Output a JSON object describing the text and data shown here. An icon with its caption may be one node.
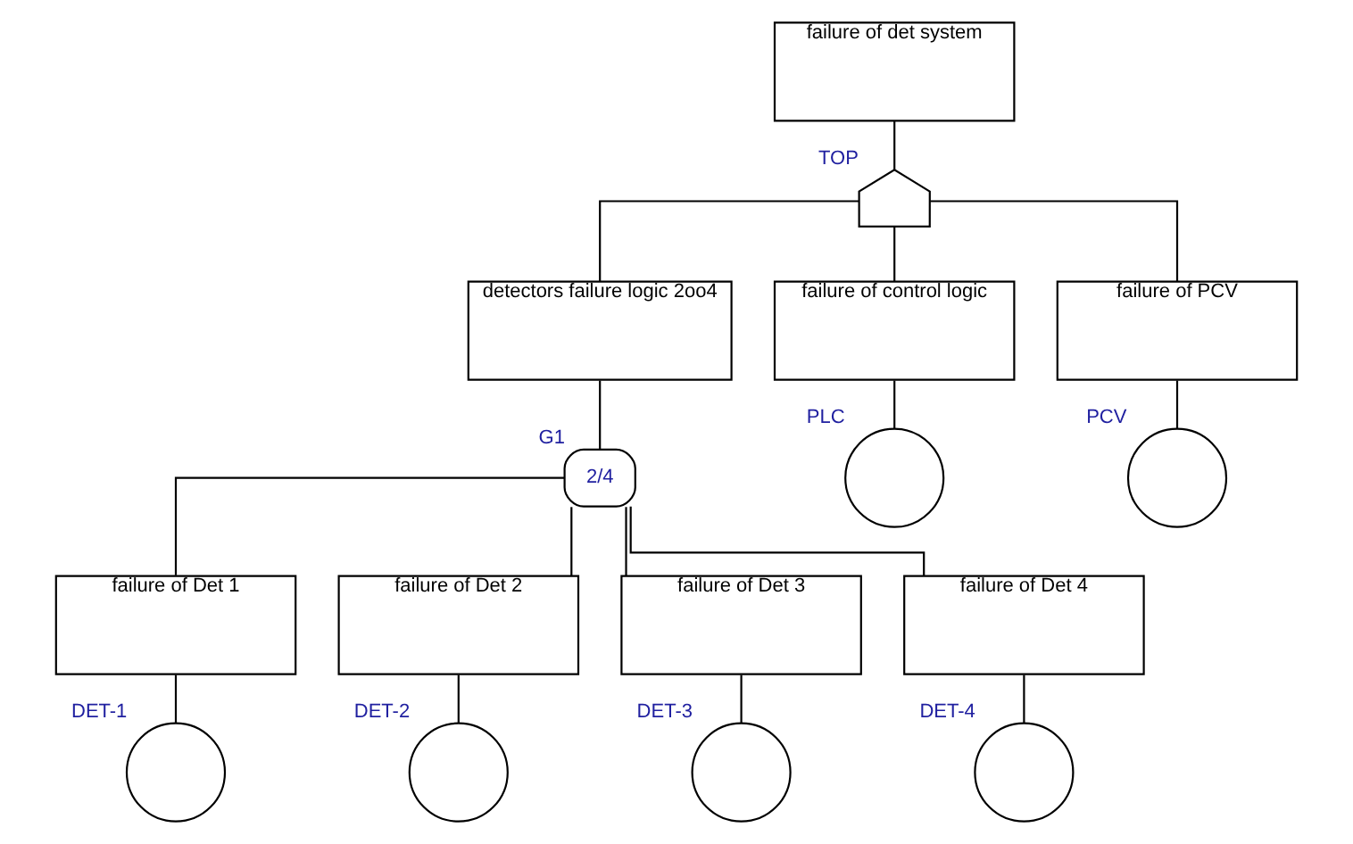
{
  "diagram": {
    "nodes": [
      {
        "text": [
          "failure of det system"
        ]
      },
      {
        "text": [],
        "shape": "gate",
        "beside": [
          "TOP"
        ]
      },
      {
        "text": [
          "detectors failure logic 2oo4"
        ]
      },
      {
        "text": [
          "failure of control logic"
        ]
      },
      {
        "text": [
          "failure of PCV"
        ]
      },
      {
        "text": [
          "2/4"
        ],
        "beside": [
          "G1"
        ]
      },
      {
        "text": [],
        "shape": "circle",
        "beside": [
          "PLC"
        ]
      },
      {
        "text": [],
        "shape": "circle",
        "beside": [
          "PCV"
        ]
      },
      {
        "text": [
          "failure of Det 1"
        ]
      },
      {
        "text": [
          "failure of Det 2"
        ]
      },
      {
        "text": [
          "failure of Det 3"
        ]
      },
      {
        "text": [
          "failure of Det 4"
        ]
      },
      {
        "text": [],
        "shape": "circle",
        "beside": [
          "DET-1"
        ]
      },
      {
        "text": [],
        "shape": "circle",
        "beside": [
          "DET-2"
        ]
      },
      {
        "text": [],
        "shape": "circle",
        "beside": [
          "DET-3"
        ]
      },
      {
        "text": [],
        "shape": "circle",
        "beside": [
          "DET-4"
        ]
      }
    ],
    "edges": [
      {
        "from": 0,
        "to": 1,
        "arrow": "none"
      },
      {
        "from": 1,
        "to": 2,
        "arrow": "none"
      },
      {
        "from": 1,
        "to": 3,
        "arrow": "none"
      },
      {
        "from": 1,
        "to": 4,
        "arrow": "none"
      },
      {
        "from": 2,
        "to": 5,
        "arrow": "none"
      },
      {
        "from": 3,
        "to": 6,
        "arrow": "none"
      },
      {
        "from": 4,
        "to": 7,
        "arrow": "none"
      },
      {
        "from": 5,
        "to": 8,
        "arrow": "none"
      },
      {
        "from": 5,
        "to": 9,
        "arrow": "none"
      },
      {
        "from": 5,
        "to": 10,
        "arrow": "none"
      },
      {
        "from": 5,
        "to": 11,
        "arrow": "none"
      },
      {
        "from": 8,
        "to": 12,
        "arrow": "none"
      },
      {
        "from": 9,
        "to": 13,
        "arrow": "none"
      },
      {
        "from": 10,
        "to": 14,
        "arrow": "none"
      },
      {
        "from": 11,
        "to": 15,
        "arrow": "none"
      }
    ]
  }
}
